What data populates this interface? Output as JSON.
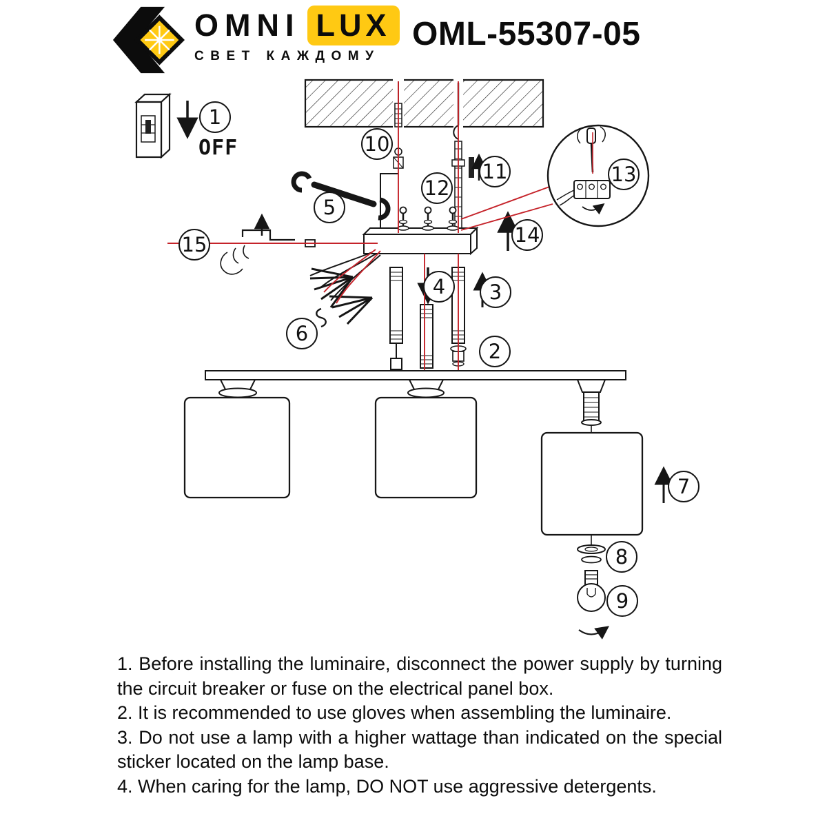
{
  "header": {
    "brand": {
      "name_left": "OMNI",
      "name_right": "LUX",
      "tagline": "СВЕТ КАЖДОМУ"
    },
    "model_number": "OML-55307-05"
  },
  "diagram": {
    "power_switch_label": "OFF",
    "callouts": [
      {
        "label": "1"
      },
      {
        "label": "2"
      },
      {
        "label": "3"
      },
      {
        "label": "4"
      },
      {
        "label": "5"
      },
      {
        "label": "6"
      },
      {
        "label": "7"
      },
      {
        "label": "8"
      },
      {
        "label": "9"
      },
      {
        "label": "10"
      },
      {
        "label": "11"
      },
      {
        "label": "12"
      },
      {
        "label": "13"
      },
      {
        "label": "14"
      },
      {
        "label": "15"
      }
    ]
  },
  "instructions": [
    "1. Before installing the luminaire, disconnect the power supply by turning the circuit breaker or fuse on the electrical panel box.",
    "2. It is recommended to use gloves when assembling the luminaire.",
    "3. Do not use a lamp with a higher wattage than indicated on the special sticker located on the lamp base.",
    "4. When caring for the lamp, DO NOT use aggressive detergents."
  ],
  "colors": {
    "brand_yellow": "#FFC913",
    "diagram_red": "#C5232A",
    "line_black": "#161616"
  }
}
